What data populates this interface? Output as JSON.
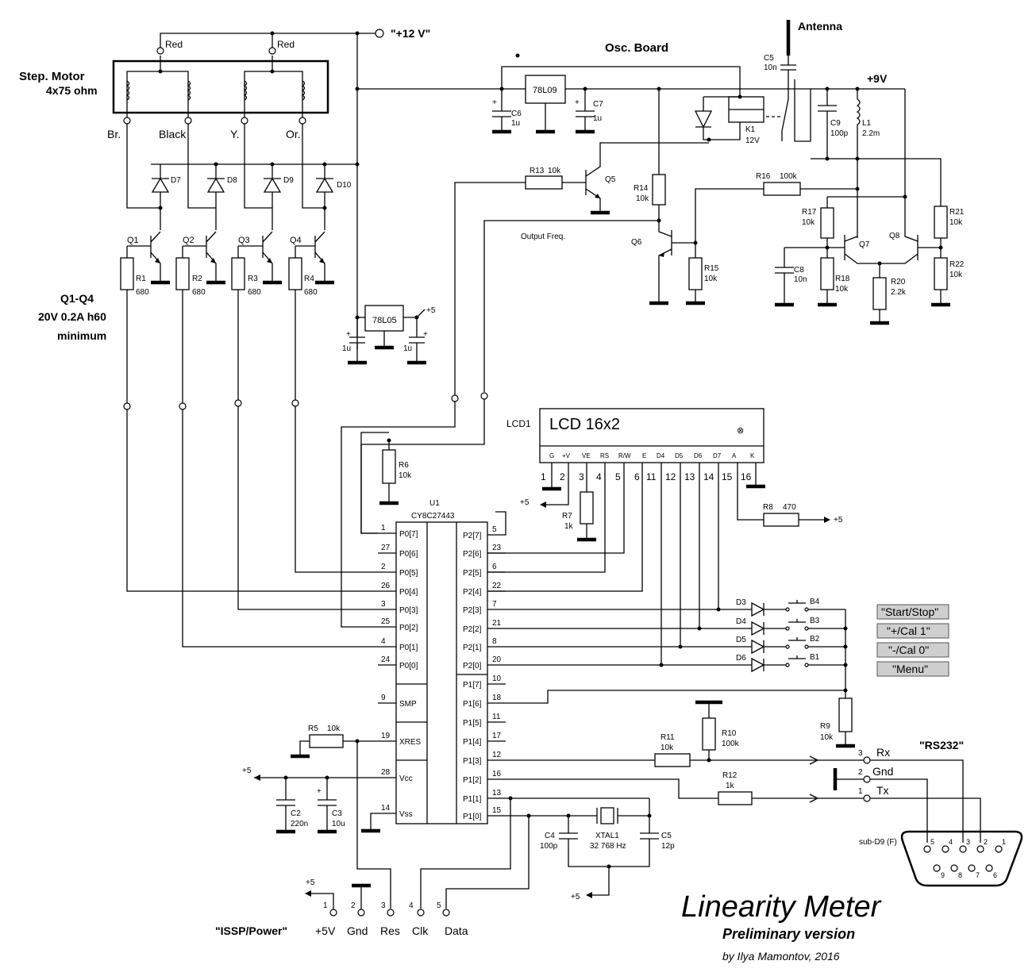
{
  "title": "Linearity Meter",
  "subtitle": "Preliminary version",
  "author": "by Ilya Mamontov, 2016",
  "motor": {
    "label": "Step. Motor",
    "spec": "4x75 ohm",
    "wires": [
      "Br.",
      "Black",
      "Y.",
      "Or."
    ],
    "red": "Red"
  },
  "power": {
    "v12": "\"+12 V\"",
    "v9": "+9V",
    "plus5": "+5"
  },
  "osc": {
    "title": "Osc. Board",
    "antenna": "Antenna",
    "output_freq": "Output Freq.",
    "reg9": "78L09"
  },
  "reg5": "78L05",
  "transistor_note": [
    "Q1-Q4",
    "20V 0.2A h60",
    "minimum"
  ],
  "transistors": [
    "Q1",
    "Q2",
    "Q3",
    "Q4",
    "Q5",
    "Q6",
    "Q7",
    "Q8"
  ],
  "diodes": [
    "D7",
    "D8",
    "D9",
    "D10",
    "D3",
    "D4",
    "D5",
    "D6"
  ],
  "resistors": {
    "r1": "R1",
    "r2": "R2",
    "r3": "R3",
    "r4": "R4",
    "v680": "680",
    "r5": "R5",
    "r6": "R6",
    "r7": "R7",
    "r8": "R8",
    "r9": "R9",
    "r10": "R10",
    "r11": "R11",
    "r12": "R12",
    "r13": "R13",
    "r14": "R14",
    "r15": "R15",
    "r16": "R16",
    "r17": "R17",
    "r18": "R18",
    "r20": "R20",
    "r21": "R21",
    "r22": "R22",
    "v10k": "10k",
    "v1k": "1k",
    "v470": "470",
    "v100k": "100k",
    "v2k2": "2.2k"
  },
  "caps": {
    "c2": "C2",
    "c3": "C3",
    "c4": "C4",
    "c5b": "C5",
    "c5": "C5",
    "c6": "C6",
    "c7": "C7",
    "c8": "C8",
    "c9": "C9",
    "v220n": "220n",
    "v10u": "10u",
    "v100p": "100p",
    "v12p": "12p",
    "v10n": "10n",
    "v1u": "1u"
  },
  "misc": {
    "l1": "L1",
    "l1v": "2.2m",
    "k1": "K1",
    "k1v": "12V",
    "xtal": "XTAL1",
    "xtalv": "32 768 Hz"
  },
  "mcu": {
    "ref": "U1",
    "part": "CY8C27443",
    "left_pins": [
      {
        "n": "1",
        "name": "P0[7]"
      },
      {
        "n": "27",
        "name": "P0[6]"
      },
      {
        "n": "2",
        "name": "P0[5]"
      },
      {
        "n": "26",
        "name": "P0[4]"
      },
      {
        "n": "3",
        "name": "P0[3]"
      },
      {
        "n": "25",
        "name": "P0[2]"
      },
      {
        "n": "4",
        "name": "P0[1]"
      },
      {
        "n": "24",
        "name": "P0[0]"
      },
      {
        "n": "9",
        "name": "SMP"
      },
      {
        "n": "19",
        "name": "XRES"
      },
      {
        "n": "28",
        "name": "Vcc"
      },
      {
        "n": "14",
        "name": "Vss"
      }
    ],
    "right_pins": [
      {
        "n": "5",
        "name": "P2[7]"
      },
      {
        "n": "23",
        "name": "P2[6]"
      },
      {
        "n": "6",
        "name": "P2[5]"
      },
      {
        "n": "22",
        "name": "P2[4]"
      },
      {
        "n": "7",
        "name": "P2[3]"
      },
      {
        "n": "21",
        "name": "P2[2]"
      },
      {
        "n": "8",
        "name": "P2[1]"
      },
      {
        "n": "20",
        "name": "P2[0]"
      },
      {
        "n": "10",
        "name": "P1[7]"
      },
      {
        "n": "18",
        "name": "P1[6]"
      },
      {
        "n": "11",
        "name": "P1[5]"
      },
      {
        "n": "17",
        "name": "P1[4]"
      },
      {
        "n": "12",
        "name": "P1[3]"
      },
      {
        "n": "16",
        "name": "P1[2]"
      },
      {
        "n": "13",
        "name": "P1[1]"
      },
      {
        "n": "15",
        "name": "P1[0]"
      }
    ]
  },
  "lcd": {
    "ref": "LCD1",
    "label": "LCD 16x2",
    "pins": [
      "G",
      "+V",
      "VE",
      "RS",
      "R/W",
      "E",
      "D4",
      "D5",
      "D6",
      "D7",
      "A",
      "K"
    ],
    "numbers": [
      "1",
      "2",
      "3",
      "4",
      "5",
      "6",
      "11",
      "12",
      "13",
      "14",
      "15",
      "16"
    ]
  },
  "buttons": {
    "refs": [
      "B4",
      "B3",
      "B2",
      "B1"
    ],
    "labels": [
      "\"Start/Stop\"",
      "\"+/Cal 1\"",
      "\"-/Cal 0\"",
      "\"Menu\""
    ]
  },
  "rs232": {
    "title": "\"RS232\"",
    "rx": "Rx",
    "gnd": "Gnd",
    "tx": "Tx",
    "n3": "3",
    "n2": "2",
    "n1": "1",
    "connector": "sub-D9 (F)",
    "pins_top": [
      "5",
      "4",
      "3",
      "2",
      "1"
    ],
    "pins_bottom": [
      "9",
      "8",
      "7",
      "6"
    ]
  },
  "issp": {
    "title": "\"ISSP/Power\"",
    "pins": [
      "+5V",
      "Gnd",
      "Res",
      "Clk",
      "Data"
    ],
    "numbers": [
      "1",
      "2",
      "3",
      "4",
      "5"
    ]
  }
}
